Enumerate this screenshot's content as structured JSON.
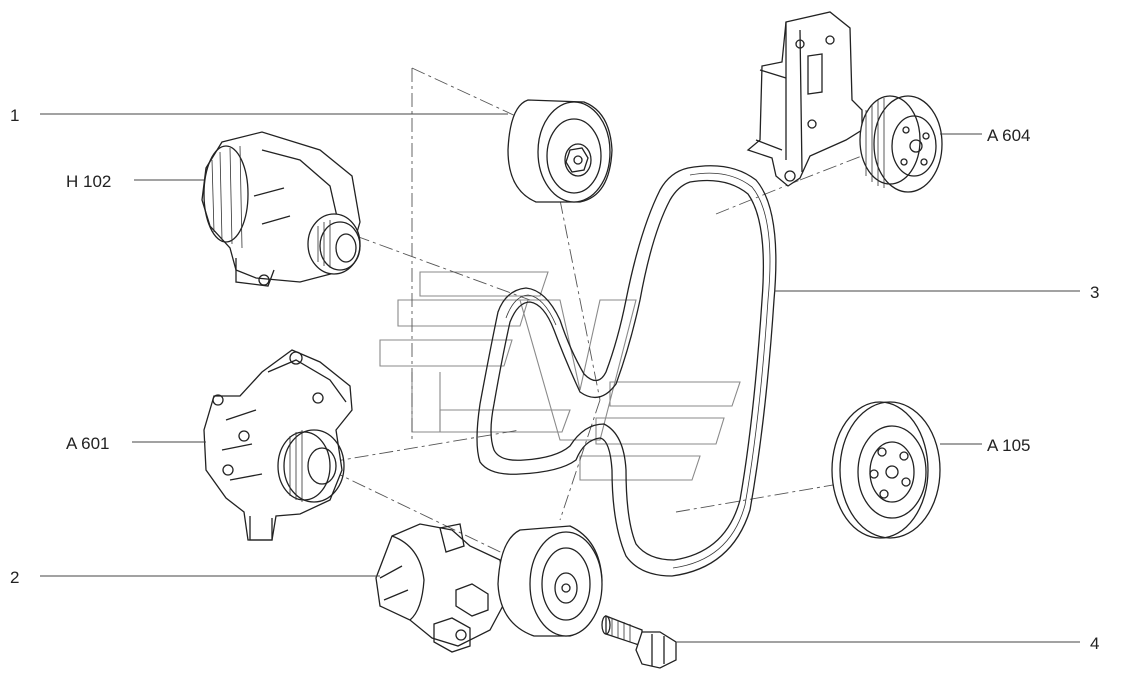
{
  "labels": {
    "item_1": "1",
    "item_2": "2",
    "item_3": "3",
    "item_4": "4",
    "h102": "H 102",
    "a604": "A 604",
    "a601": "A 601",
    "a105": "A 105"
  },
  "colors": {
    "line": "#222222",
    "leader": "#444444",
    "watermark": "#8a8a8a",
    "background": "#ffffff"
  }
}
